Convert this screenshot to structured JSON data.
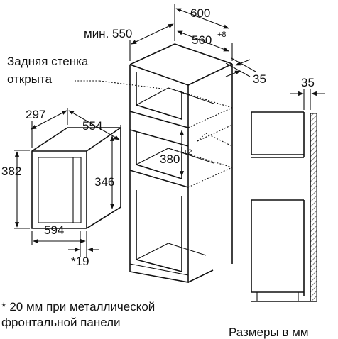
{
  "dimensions": {
    "d600": "600",
    "d550_label": "мин. 550",
    "d560": "560",
    "d560_sup": "+8",
    "d35": "35",
    "d297": "297",
    "d554": "554",
    "d382": "382",
    "d346": "346",
    "d380": "380",
    "d380_sup": "+2",
    "d594": "594",
    "d19": "*19",
    "d35_side": "35"
  },
  "labels": {
    "back_wall_line1": "Задняя стенка",
    "back_wall_line2": "открыта"
  },
  "footnote": {
    "line1": "* 20 мм при металлической",
    "line2": "фронтальной панели"
  },
  "watermark": "Размеры в мм"
}
